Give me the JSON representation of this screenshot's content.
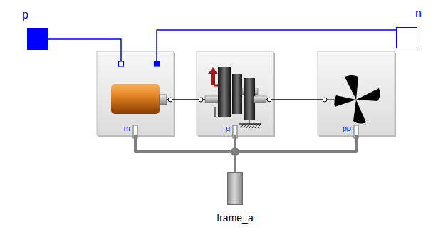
{
  "diagram": {
    "nodes": [
      {
        "text": [
          "p"
        ]
      },
      {
        "text": [
          "n"
        ]
      },
      {
        "text": [
          "m"
        ]
      },
      {
        "text": [
          "g"
        ]
      },
      {
        "text": [
          "pp"
        ]
      },
      {
        "text": [
          "frame_a"
        ]
      }
    ],
    "edges": [
      {
        "from": 0,
        "to": 2,
        "arrow": "none"
      },
      {
        "from": 1,
        "to": 2,
        "arrow": "none"
      },
      {
        "from": 2,
        "to": 3,
        "arrow": "none"
      },
      {
        "from": 3,
        "to": 4,
        "arrow": "none"
      },
      {
        "from": 5,
        "to": 2,
        "arrow": "none"
      },
      {
        "from": 5,
        "to": 3,
        "arrow": "none"
      },
      {
        "from": 5,
        "to": 4,
        "arrow": "none"
      }
    ]
  }
}
